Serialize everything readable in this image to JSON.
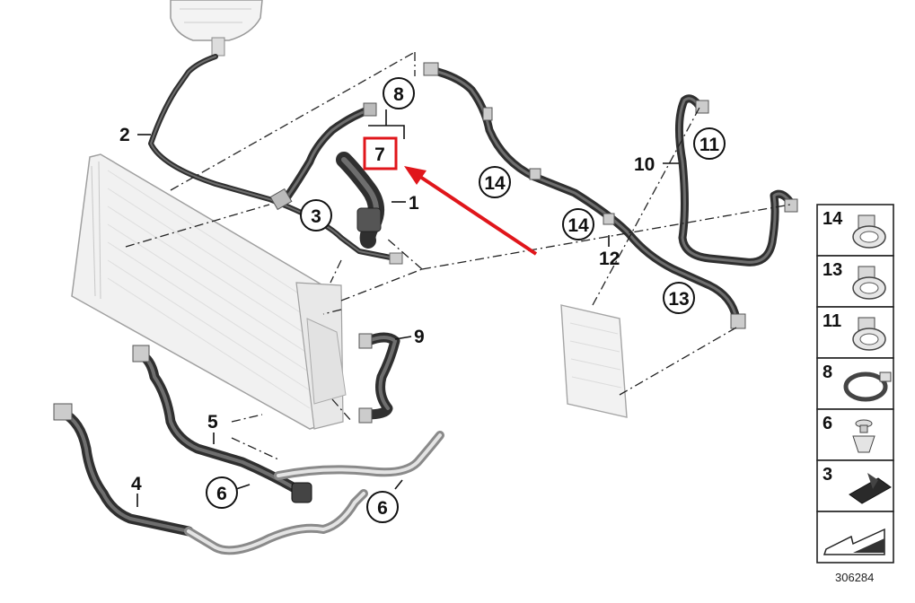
{
  "diagram": {
    "callouts": {
      "c1": "1",
      "c2": "2",
      "c3": "3",
      "c4": "4",
      "c5": "5",
      "c6a": "6",
      "c6b": "6",
      "c7": "7",
      "c8": "8",
      "c9": "9",
      "c10": "10",
      "c11": "11",
      "c12": "12",
      "c13": "13",
      "c14a": "14",
      "c14b": "14"
    },
    "highlight": {
      "label": "7",
      "color": "#e0161b"
    },
    "legend": [
      {
        "num": "14",
        "icon": "hose-clamp-icon"
      },
      {
        "num": "13",
        "icon": "hose-clamp-icon"
      },
      {
        "num": "11",
        "icon": "hose-clamp-icon"
      },
      {
        "num": "8",
        "icon": "band-clamp-icon"
      },
      {
        "num": "6",
        "icon": "push-rivet-icon"
      },
      {
        "num": "3",
        "icon": "clip-icon"
      },
      {
        "num": "",
        "icon": "arrow-direction-icon"
      }
    ],
    "reference_number": "306284"
  }
}
